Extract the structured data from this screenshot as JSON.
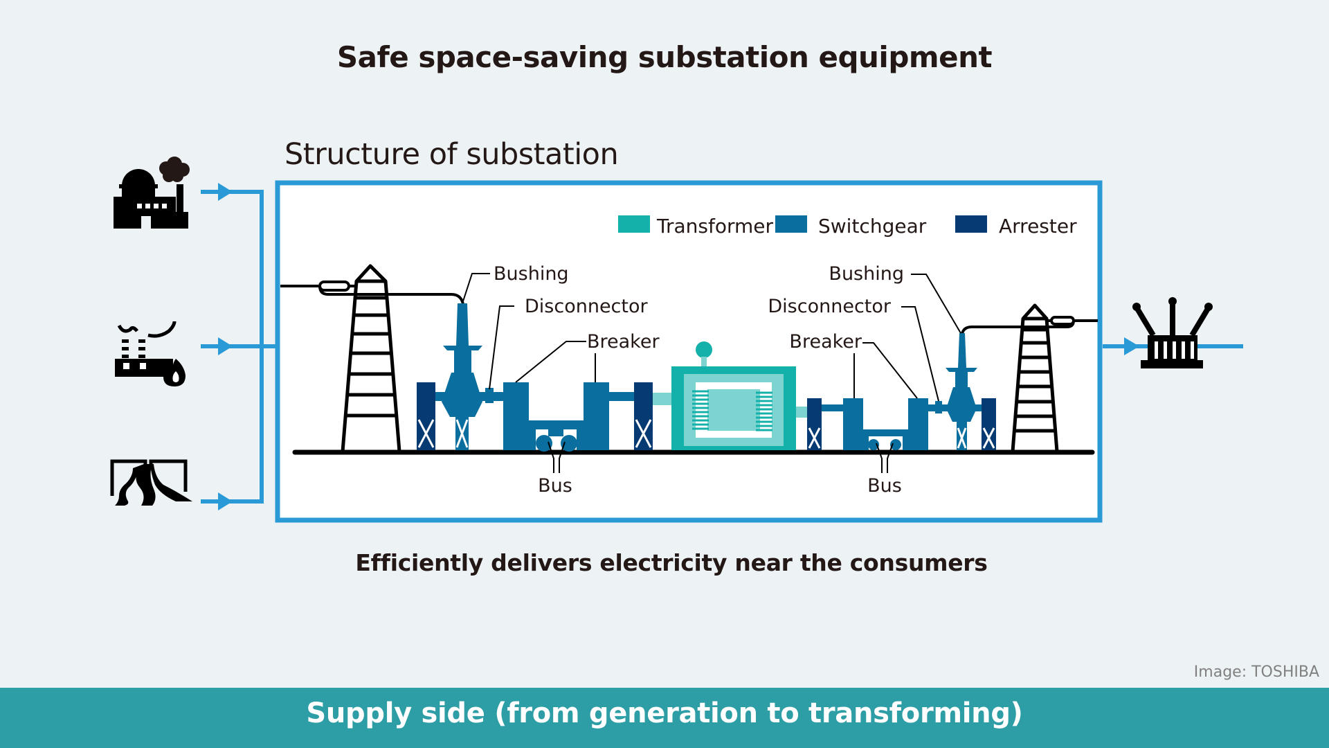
{
  "title": "Safe space-saving substation equipment",
  "diagram": {
    "subtitle": "Structure of substation",
    "legend": [
      {
        "label": "Transformer",
        "color": "#14b0aa"
      },
      {
        "label": "Switchgear",
        "color": "#0a6e9e"
      },
      {
        "label": "Arrester",
        "color": "#053a72"
      }
    ],
    "labels_left": {
      "bushing": "Bushing",
      "disconnector": "Disconnector",
      "breaker": "Breaker",
      "bus": "Bus"
    },
    "labels_right": {
      "bushing": "Bushing",
      "disconnector": "Disconnector",
      "breaker": "Breaker",
      "bus": "Bus"
    },
    "sources": [
      {
        "icon": "power-plant-icon",
        "name": "nuclear-power-plant"
      },
      {
        "icon": "thermal-plant-icon",
        "name": "thermal-power-plant"
      },
      {
        "icon": "hydro-dam-icon",
        "name": "hydroelectric-dam"
      }
    ],
    "output_icon": "transformer-pylon-icon",
    "colors": {
      "frame": "#2a9ad6",
      "arrow": "#2a9ad6",
      "transformer_light": "#7dd3d0"
    }
  },
  "caption": "Efficiently delivers electricity near the consumers",
  "credit": "Image: TOSHIBA",
  "footer": "Supply side (from generation to transforming)"
}
